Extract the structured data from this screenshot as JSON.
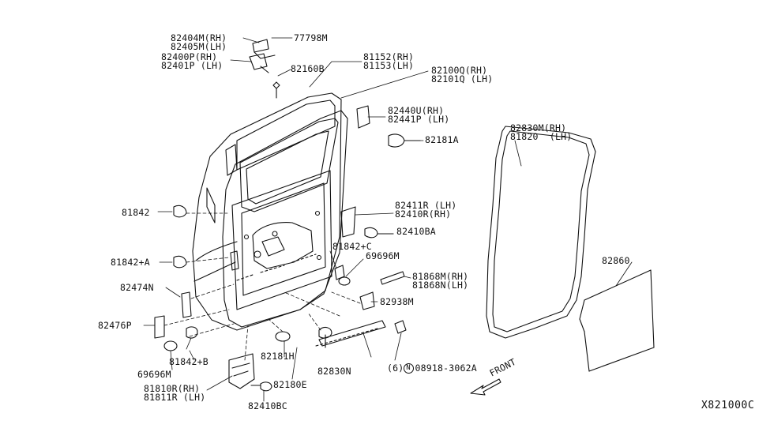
{
  "diagram": {
    "id": "X821000C",
    "direction_label": "FRONT",
    "colors": {
      "line": "#111111",
      "background": "#ffffff"
    }
  },
  "labels": {
    "p82404m": "82404M(RH)",
    "p82405m": "82405M(LH)",
    "p77798m": "77798M",
    "p82400p": "82400P(RH)",
    "p82401p": "82401P (LH)",
    "p82160b": "82160B",
    "p81152": "81152(RH)",
    "p81153": "81153(LH)",
    "p82100q": "82100Q(RH)",
    "p82101q": "82101Q (LH)",
    "p82440u": "82440U(RH)",
    "p82441p": "82441P (LH)",
    "p82181a": "82181A",
    "p82830m": "82830M(RH)",
    "p81820": "81820  (LH)",
    "p81842": "81842",
    "p82411r": "82411R (LH)",
    "p82410r": "82410R(RH)",
    "p82410ba": "82410BA",
    "p81842c": "81842+C",
    "p69696m_a": "69696M",
    "p81842a": "81842+A",
    "p81868m": "81868M(RH)",
    "p81868n": "81868N(LH)",
    "p82860": "82860",
    "p82474n": "82474N",
    "p82938m": "82938M",
    "p82476p": "82476P",
    "p82181h": "82181H",
    "p08918_code": "08918-3062A",
    "p08918_circle": "N",
    "p08918_qty": "(6)",
    "p69696m_b": "69696M",
    "p81842b": "81842+B",
    "p82830n": "82830N",
    "p82180e": "82180E",
    "p81810r": "81810R(RH)",
    "p81811r": "81811R (LH)",
    "p82410bc": "82410BC"
  }
}
